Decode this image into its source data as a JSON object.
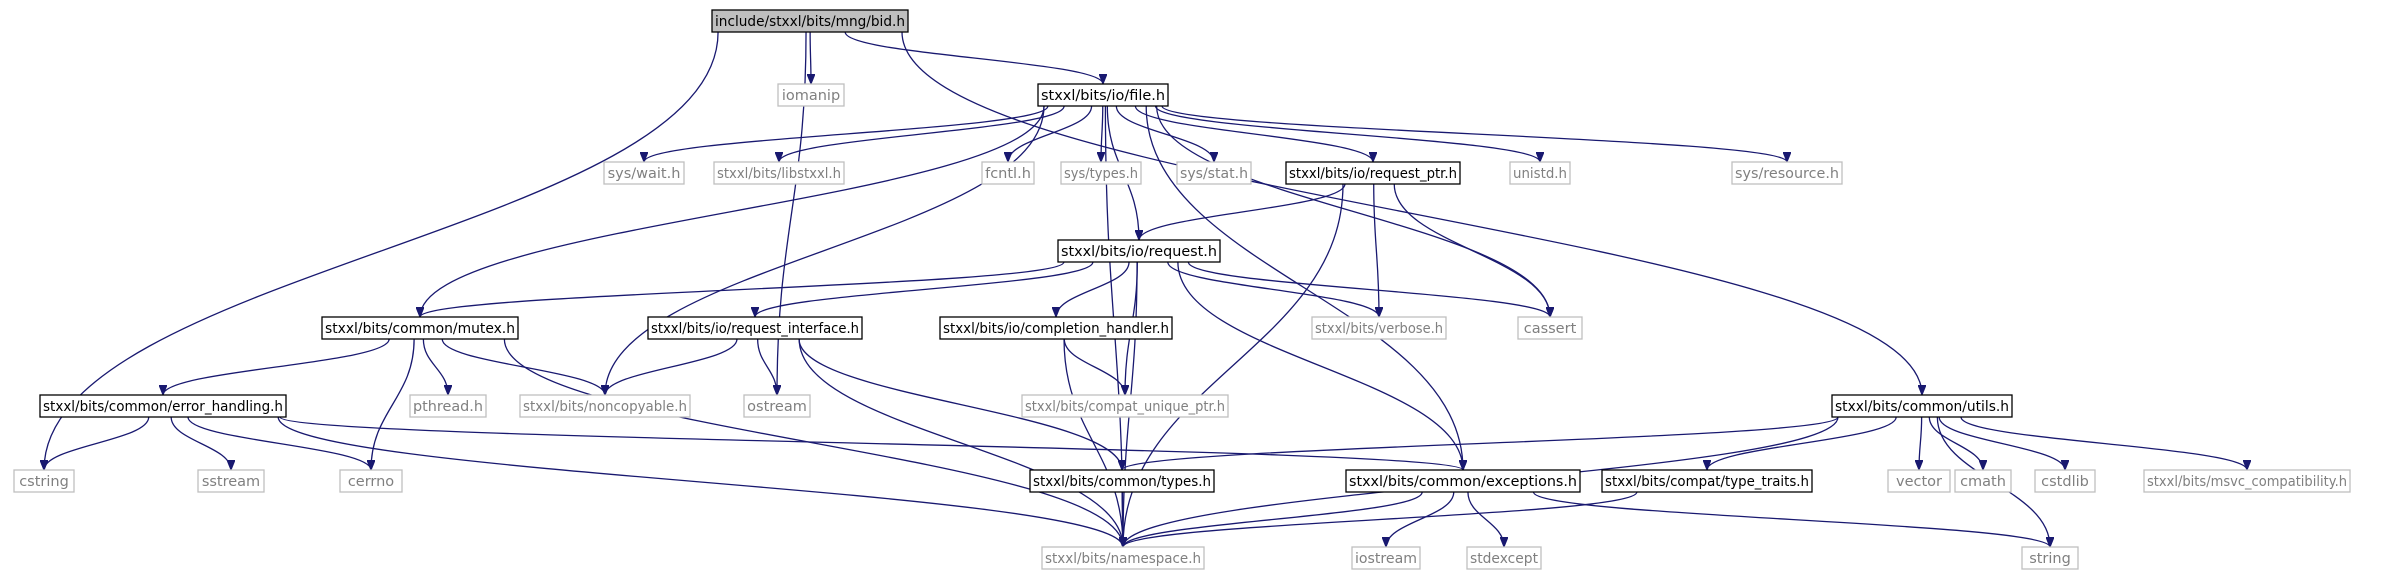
{
  "diagram": {
    "type": "include-dependency-graph",
    "colors": {
      "edge": "#191970",
      "root_fill": "#bfbfbf",
      "root_border": "#000000",
      "documented_border": "#000000",
      "external_border": "#bfbfbf",
      "external_text": "#808080",
      "node_fill": "#ffffff",
      "text": "#000000"
    },
    "nodes": [
      {
        "id": "bid",
        "label": "include/stxxl/bits/mng/bid.h",
        "kind": "root"
      },
      {
        "id": "iomanip",
        "label": "iomanip",
        "kind": "external"
      },
      {
        "id": "file",
        "label": "stxxl/bits/io/file.h",
        "kind": "documented"
      },
      {
        "id": "cstring",
        "label": "cstring",
        "kind": "external"
      },
      {
        "id": "ostream",
        "label": "ostream",
        "kind": "external"
      },
      {
        "id": "utils",
        "label": "stxxl/bits/common/utils.h",
        "kind": "documented"
      },
      {
        "id": "syswait",
        "label": "sys/wait.h",
        "kind": "external"
      },
      {
        "id": "libstxxl",
        "label": "stxxl/bits/libstxxl.h",
        "kind": "external"
      },
      {
        "id": "fcntl",
        "label": "fcntl.h",
        "kind": "external"
      },
      {
        "id": "systypes",
        "label": "sys/types.h",
        "kind": "external"
      },
      {
        "id": "sysstat",
        "label": "sys/stat.h",
        "kind": "external"
      },
      {
        "id": "requestptr",
        "label": "stxxl/bits/io/request_ptr.h",
        "kind": "documented"
      },
      {
        "id": "unistd",
        "label": "unistd.h",
        "kind": "external"
      },
      {
        "id": "sysresource",
        "label": "sys/resource.h",
        "kind": "external"
      },
      {
        "id": "request",
        "label": "stxxl/bits/io/request.h",
        "kind": "documented"
      },
      {
        "id": "mutex",
        "label": "stxxl/bits/common/mutex.h",
        "kind": "documented"
      },
      {
        "id": "reqiface",
        "label": "stxxl/bits/io/request_interface.h",
        "kind": "documented"
      },
      {
        "id": "complhandler",
        "label": "stxxl/bits/io/completion_handler.h",
        "kind": "documented"
      },
      {
        "id": "verbose",
        "label": "stxxl/bits/verbose.h",
        "kind": "external"
      },
      {
        "id": "cassert",
        "label": "cassert",
        "kind": "external"
      },
      {
        "id": "errhandling",
        "label": "stxxl/bits/common/error_handling.h",
        "kind": "documented"
      },
      {
        "id": "pthread",
        "label": "pthread.h",
        "kind": "external"
      },
      {
        "id": "noncopyable",
        "label": "stxxl/bits/noncopyable.h",
        "kind": "external"
      },
      {
        "id": "compatuniq",
        "label": "stxxl/bits/compat_unique_ptr.h",
        "kind": "external"
      },
      {
        "id": "sstream",
        "label": "sstream",
        "kind": "external"
      },
      {
        "id": "cerrno",
        "label": "cerrno",
        "kind": "external"
      },
      {
        "id": "types",
        "label": "stxxl/bits/common/types.h",
        "kind": "documented"
      },
      {
        "id": "exceptions",
        "label": "stxxl/bits/common/exceptions.h",
        "kind": "documented"
      },
      {
        "id": "typetraits",
        "label": "stxxl/bits/compat/type_traits.h",
        "kind": "documented"
      },
      {
        "id": "vector",
        "label": "vector",
        "kind": "external"
      },
      {
        "id": "cmath",
        "label": "cmath",
        "kind": "external"
      },
      {
        "id": "cstdlib",
        "label": "cstdlib",
        "kind": "external"
      },
      {
        "id": "msvc",
        "label": "stxxl/bits/msvc_compatibility.h",
        "kind": "external"
      },
      {
        "id": "namespace",
        "label": "stxxl/bits/namespace.h",
        "kind": "external"
      },
      {
        "id": "iostream",
        "label": "iostream",
        "kind": "external"
      },
      {
        "id": "stdexcept",
        "label": "stdexcept",
        "kind": "external"
      },
      {
        "id": "string",
        "label": "string",
        "kind": "external"
      }
    ],
    "edges": [
      {
        "from": "bid",
        "to": "iomanip"
      },
      {
        "from": "bid",
        "to": "file"
      },
      {
        "from": "bid",
        "to": "cstring"
      },
      {
        "from": "bid",
        "to": "ostream"
      },
      {
        "from": "bid",
        "to": "utils"
      },
      {
        "from": "file",
        "to": "syswait"
      },
      {
        "from": "file",
        "to": "libstxxl"
      },
      {
        "from": "file",
        "to": "fcntl"
      },
      {
        "from": "file",
        "to": "systypes"
      },
      {
        "from": "file",
        "to": "sysstat"
      },
      {
        "from": "file",
        "to": "requestptr"
      },
      {
        "from": "file",
        "to": "unistd"
      },
      {
        "from": "file",
        "to": "sysresource"
      },
      {
        "from": "file",
        "to": "mutex"
      },
      {
        "from": "file",
        "to": "noncopyable"
      },
      {
        "from": "file",
        "to": "request"
      },
      {
        "from": "file",
        "to": "cassert"
      },
      {
        "from": "file",
        "to": "exceptions"
      },
      {
        "from": "file",
        "to": "namespace"
      },
      {
        "from": "requestptr",
        "to": "request"
      },
      {
        "from": "requestptr",
        "to": "verbose"
      },
      {
        "from": "requestptr",
        "to": "cassert"
      },
      {
        "from": "requestptr",
        "to": "namespace"
      },
      {
        "from": "request",
        "to": "mutex"
      },
      {
        "from": "request",
        "to": "reqiface"
      },
      {
        "from": "request",
        "to": "complhandler"
      },
      {
        "from": "request",
        "to": "verbose"
      },
      {
        "from": "request",
        "to": "cassert"
      },
      {
        "from": "request",
        "to": "compatuniq"
      },
      {
        "from": "request",
        "to": "exceptions"
      },
      {
        "from": "request",
        "to": "namespace"
      },
      {
        "from": "mutex",
        "to": "errhandling"
      },
      {
        "from": "mutex",
        "to": "pthread"
      },
      {
        "from": "mutex",
        "to": "noncopyable"
      },
      {
        "from": "mutex",
        "to": "cerrno"
      },
      {
        "from": "mutex",
        "to": "namespace"
      },
      {
        "from": "reqiface",
        "to": "noncopyable"
      },
      {
        "from": "reqiface",
        "to": "ostream"
      },
      {
        "from": "reqiface",
        "to": "types"
      },
      {
        "from": "reqiface",
        "to": "namespace"
      },
      {
        "from": "complhandler",
        "to": "compatuniq"
      },
      {
        "from": "complhandler",
        "to": "namespace"
      },
      {
        "from": "errhandling",
        "to": "cstring"
      },
      {
        "from": "errhandling",
        "to": "sstream"
      },
      {
        "from": "errhandling",
        "to": "cerrno"
      },
      {
        "from": "errhandling",
        "to": "exceptions"
      },
      {
        "from": "errhandling",
        "to": "namespace"
      },
      {
        "from": "utils",
        "to": "types"
      },
      {
        "from": "utils",
        "to": "typetraits"
      },
      {
        "from": "utils",
        "to": "vector"
      },
      {
        "from": "utils",
        "to": "cmath"
      },
      {
        "from": "utils",
        "to": "cstdlib"
      },
      {
        "from": "utils",
        "to": "msvc"
      },
      {
        "from": "utils",
        "to": "namespace"
      },
      {
        "from": "utils",
        "to": "string"
      },
      {
        "from": "types",
        "to": "namespace"
      },
      {
        "from": "exceptions",
        "to": "namespace"
      },
      {
        "from": "exceptions",
        "to": "iostream"
      },
      {
        "from": "exceptions",
        "to": "stdexcept"
      },
      {
        "from": "exceptions",
        "to": "string"
      },
      {
        "from": "typetraits",
        "to": "namespace"
      }
    ]
  }
}
